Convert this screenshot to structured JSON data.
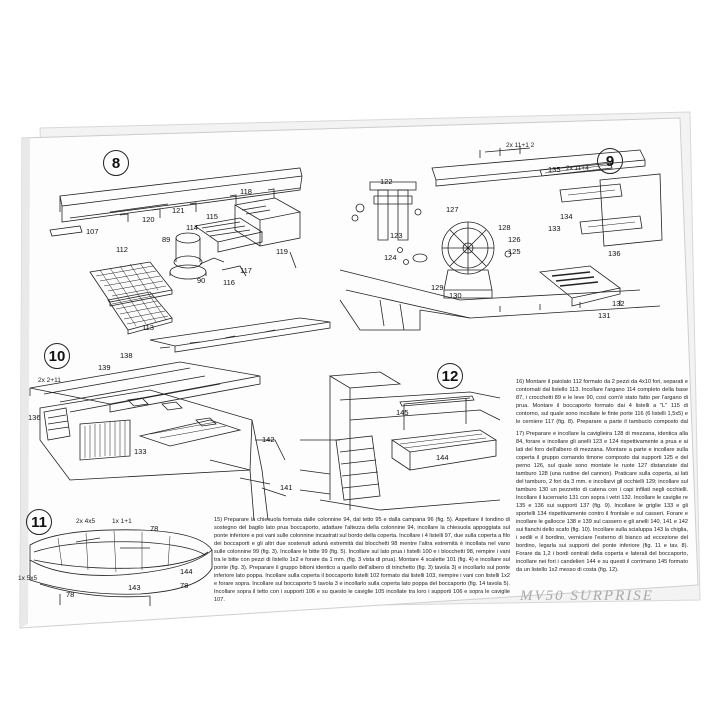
{
  "figures": {
    "fig8": {
      "number": "8",
      "parts": [
        "107",
        "120",
        "121",
        "114",
        "115",
        "118",
        "89",
        "90",
        "112",
        "113",
        "116",
        "117",
        "119"
      ]
    },
    "fig9": {
      "number": "9",
      "parts": [
        "122",
        "123",
        "124",
        "125",
        "126",
        "127",
        "128",
        "129",
        "130",
        "131",
        "132",
        "133",
        "134",
        "135",
        "136"
      ],
      "dim_labels": [
        "2x 11+1 2",
        "2x 11+4"
      ]
    },
    "fig10": {
      "number": "10",
      "parts": [
        "138",
        "139",
        "136",
        "133",
        "142",
        "141"
      ],
      "dim_labels": [
        "2x 2+11"
      ]
    },
    "fig11": {
      "number": "11",
      "parts": [
        "78",
        "143",
        "144",
        "78",
        "78"
      ],
      "dim_labels": [
        "2x 4x5",
        "1x 1+1",
        "1x 5x5"
      ]
    },
    "fig12": {
      "number": "12",
      "parts": [
        "145",
        "144"
      ]
    }
  },
  "instructions": {
    "block16": "16) Montare il paiolato 112 formato da 2 pezzi da 4x10 fori, separati e contornati dal listello 113. Incollare l'argano 114 completo della base 87, i crocchetti 89 e le leve 90, così com'è stato fatto per l'argano di prua. Montare il boccaporto formato dai 4 listelli a \"L\" 115 di contorno, sul quale sono incollate le finte porte 116 (6 listelli 1,5x5) e le cerniere 117 (fig. 8). Preparare a parte il tambucio composto dal blocchetto 118 sul quale è incollata la porta 119 e completato dai listelli indicati nella fig. 7. Incollare sulle colonnine i supporti 120 e le caviglie 121 (fig. 8).",
    "block17": "17) Preparare e incollare la caviglieira 128 di mezzana, identica alla 84, forare e incollare gli anelli 123 e 124 rispettivamente a prua e ai lati del foro dell'albero di mezzana. Montare a parte e incollare sulla coperta il gruppo comando timone composto dai supporti 125 e del perno 126, sul quale sono montate le ruote 127 distanziate dal tamburo 128 (una rustine del cannon). Praticare sulla coperta, ai lati del tamburo, 2 fori da 3 mm. e incollarvi gli occhielli 129; incollare sul tamburo 130 un pezzetto di catena con i capi infilati negli occhielli. Incollare il lucernario 131 con sopra i vetri 132. Incollare le caviglie re 135 e 136 sui supporti 137 (fig. 9). Incollare le griglie 133 e gli sportelli 134 rispettivamente contro il frontale e sul casseri. Forare e incollare le gallocce 138 e 139 sul cassero e gli anelli 140, 141 e 142 sui fianchi dello scafo (fig. 10). Incollare sulla scialuppa 143 la chiglia, i sedili e il bordino, verniciare l'esterno di bianco ad eccezione del bordino, legarla sui supporti del ponte inferiore (fig. 11 e tav. 8). Forare da 1,2 i bordi centrali della coperta e laterali del boccaporto, incollare nei fori i candelieri 144 e su questi il corrimano 145 formato da un listello 1x2 messo di costa (fig. 12).",
    "block15": "15) Preparare la chiesuola formata dalle colonnine 94, dal tetto 95 e dalla campana 96 (fig. 5). Aspettare il tondino di sostegno del bagilo lato prua boccaporto, adattare l'altezza della colonnine 94, incollare la chiesuola appoggiata sul ponte inferiore e poi vani sulle colonnine incastrati sul bordo della coperta. Incollare i 4 listelli 97, due sulla coperta a filo dei boccaporti e gli altri due sostenuti adunà estremità dai blocchetti 98 mentre l'altra estremità è incollata nel vano sulle colonnine 99 (fig. 3). Incollare le bitte 99 (fig. 5). Incollare sul lato prua i listelli 100 e i blocchetti 98, rempire i vani tra le bitte con pezzi di listello 1x2 e forare da 1 mm. (fig. 3 vista di prua). Montare 4 scalette 101 (fig. 4) e incollare sul ponte (fig. 3). Preparare il gruppo bitioni identico a quello dell'albero di trinchetto (fig. 3) tavola 3) e incollarlo sul ponte inferiore lato poppa. Incollare sulla coperta il boccaporto listelli 102 formato dai listelli 103, riempire i vani con listelli 1x2 e forare sopra. Incollare sul boccaporto 5 tavola 3 e incollarlo sulla coperta lato poppa del boccaporto (fig. 14 tavola 5). Incollare sopra il tetto con i supporti 106 e su questo le caviglie 105 incollate tra loro i supporti 106 e sopra le caviglie 107."
  },
  "title": "MV50 SURPRISE"
}
